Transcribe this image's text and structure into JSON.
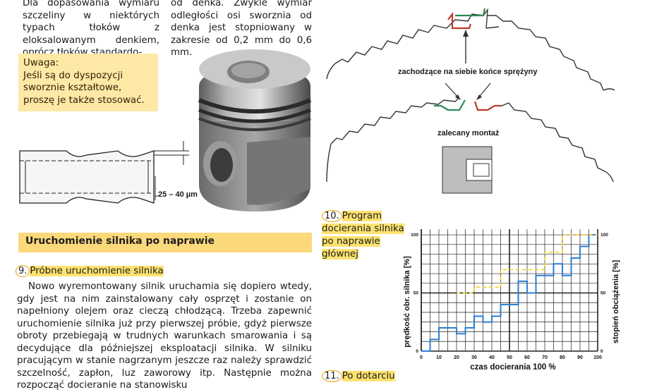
{
  "intro": {
    "col1": "Dla dopasowania wymiaru szczeliny w niektórych typach tłoków z eloksalowanym denkiem, oprócz tłoków standardo-",
    "col2": "od denka. Zwykle wymiar odległości osi sworznia od denka jest stopniowany w zakresie od 0,2 mm do 0,6 mm."
  },
  "note": {
    "title": "Uwaga:",
    "text": "Jeśli są do dyspozycji sworznie kształtowe, proszę je także stosować."
  },
  "pin_diagram": {
    "dimension": "25 – 40 µm"
  },
  "section": {
    "title": "Uruchomienie silnika po naprawie"
  },
  "step9": {
    "number": "9.",
    "title": "Próbne uruchomienie silnika",
    "body": "Nowo wyremontowany silnik uruchamia się dopiero wtedy, gdy jest na nim zainstalowany cały osprzęt i zostanie on napełniony olejem oraz cieczą chłodzącą. Trzeba zapewnić uruchomienie silnika już przy pierwszej próbie, gdyż pierwsze obroty przebiegają w trudnych warunkach smarowania i są decydujące dla późniejszej eksploatacji silnika. W silniku pracującym w stanie nagrzanym jeszcze raz należy sprawdzić szczelność, zapłon, luz zaworowy itp. Następnie można rozpocząć docieranie na stanowisku"
  },
  "ring_diagram": {
    "overlap_label": "zachodzące na siebie końce sprężyny",
    "mount_label": "zalecany montaż"
  },
  "step10": {
    "number": "10.",
    "title": "Program docierania silnika po naprawie głównej"
  },
  "step11": {
    "number": "11.",
    "title": "Po dotarciu"
  },
  "colors": {
    "highlight": "#fde270",
    "note_bg": "#fde8a6",
    "section_bg": "#fbd87a",
    "ring_green": "#2e8b57",
    "ring_red": "#c0392b",
    "speed_line": "#2a7fd4",
    "load_line": "#f2d22e"
  },
  "chart_data": {
    "type": "line",
    "xlabel": "czas docierania 100 %",
    "ylabel_left": "prędkość obr. silnika [%]",
    "ylabel_right": "stopień obciążenia [%]",
    "x_ticks": [
      "0",
      "10",
      "20",
      "30",
      "40",
      "50",
      "60",
      "70",
      "80",
      "90",
      "100"
    ],
    "y_ticks": [
      "0",
      "50",
      "100"
    ],
    "xlim": [
      0,
      100
    ],
    "ylim": [
      0,
      100
    ],
    "grid": true,
    "series": [
      {
        "name": "",
        "style": "step-solid",
        "x": [
          0,
          5,
          5,
          10,
          10,
          20,
          20,
          25,
          25,
          30,
          30,
          35,
          35,
          40,
          40,
          45,
          45,
          55,
          55,
          60,
          60,
          65,
          65,
          75,
          75,
          80,
          80,
          85,
          85,
          90,
          90,
          95,
          95,
          100
        ],
        "y": [
          0,
          0,
          10,
          10,
          20,
          20,
          15,
          15,
          20,
          20,
          30,
          30,
          25,
          25,
          30,
          30,
          40,
          40,
          60,
          60,
          50,
          50,
          65,
          65,
          75,
          75,
          65,
          65,
          80,
          80,
          90,
          90,
          100,
          100
        ]
      },
      {
        "name": "",
        "style": "step-dashed",
        "x": [
          20,
          30,
          30,
          45,
          45,
          70,
          70,
          80,
          80,
          100
        ],
        "y": [
          50,
          50,
          55,
          55,
          70,
          70,
          85,
          85,
          100,
          100
        ]
      }
    ]
  }
}
